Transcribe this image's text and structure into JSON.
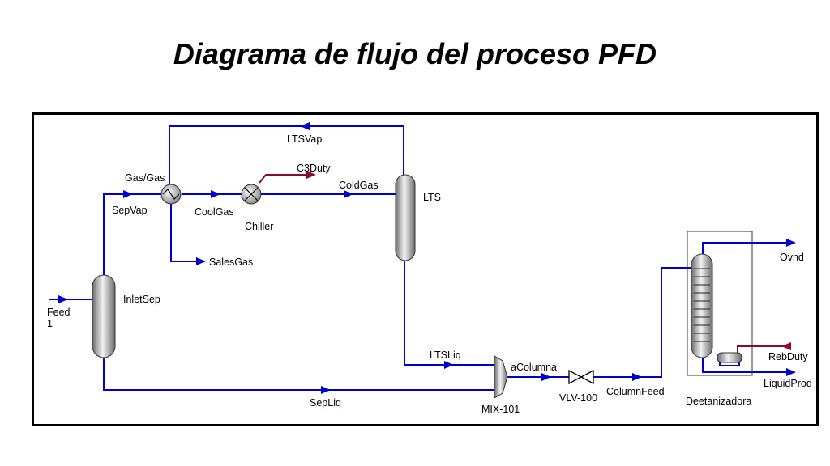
{
  "title": "Diagrama de flujo del proceso PFD",
  "colors": {
    "material_stream": "#0000cc",
    "energy_stream": "#8b0a2a",
    "border": "#000000"
  },
  "streams": {
    "feed": "Feed",
    "feed_num": "1",
    "sep_vap": "SepVap",
    "gas_gas": "Gas/Gas",
    "cool_gas": "CoolGas",
    "c3_duty": "C3Duty",
    "cold_gas": "ColdGas",
    "lts_vap": "LTSVap",
    "sales_gas": "SalesGas",
    "lts_liq": "LTSLiq",
    "a_columna": "aColumna",
    "sep_liq": "SepLiq",
    "column_feed": "ColumnFeed",
    "ovhd": "Ovhd",
    "reb_duty": "RebDuty",
    "liquid_prod": "LiquidProd"
  },
  "units": {
    "inlet_sep": "InletSep",
    "chiller": "Chiller",
    "lts": "LTS",
    "mix": "MIX-101",
    "valve": "VLV-100",
    "deetanizadora": "Deetanizadora"
  }
}
